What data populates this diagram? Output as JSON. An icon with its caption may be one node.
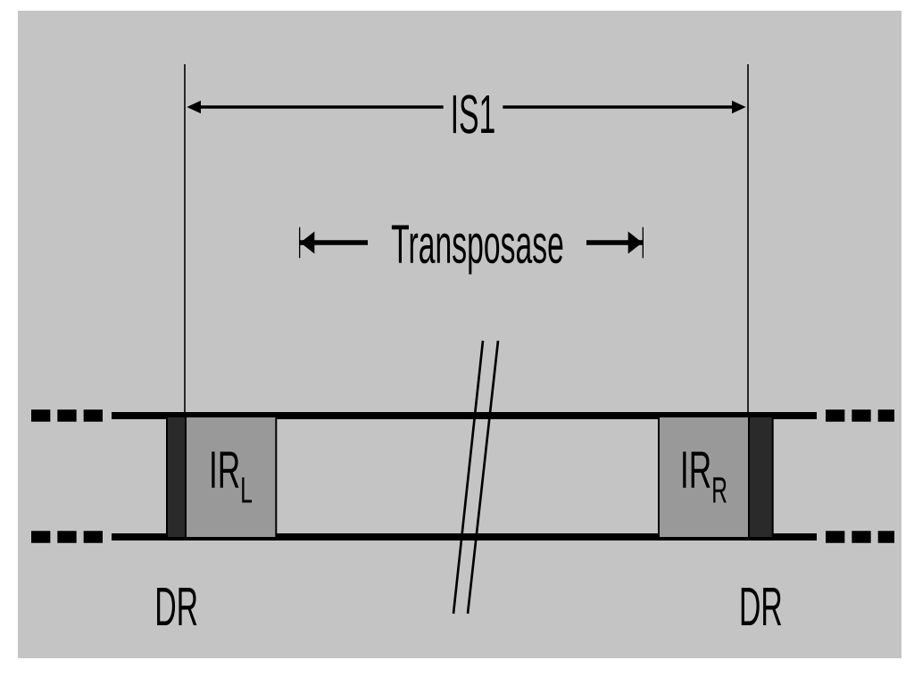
{
  "diagram": {
    "nodes": [
      {
        "text": [],
        "shape": "bar",
        "beside": [
          "DR"
        ]
      },
      {
        "text": [
          "IR$_{L}$"
        ]
      },
      {
        "text": [
          "IR$_{R}$"
        ]
      },
      {
        "text": [],
        "shape": "bar",
        "beside": [
          "DR"
        ]
      }
    ],
    "labels": [
      "IS1",
      "Transposase"
    ]
  }
}
